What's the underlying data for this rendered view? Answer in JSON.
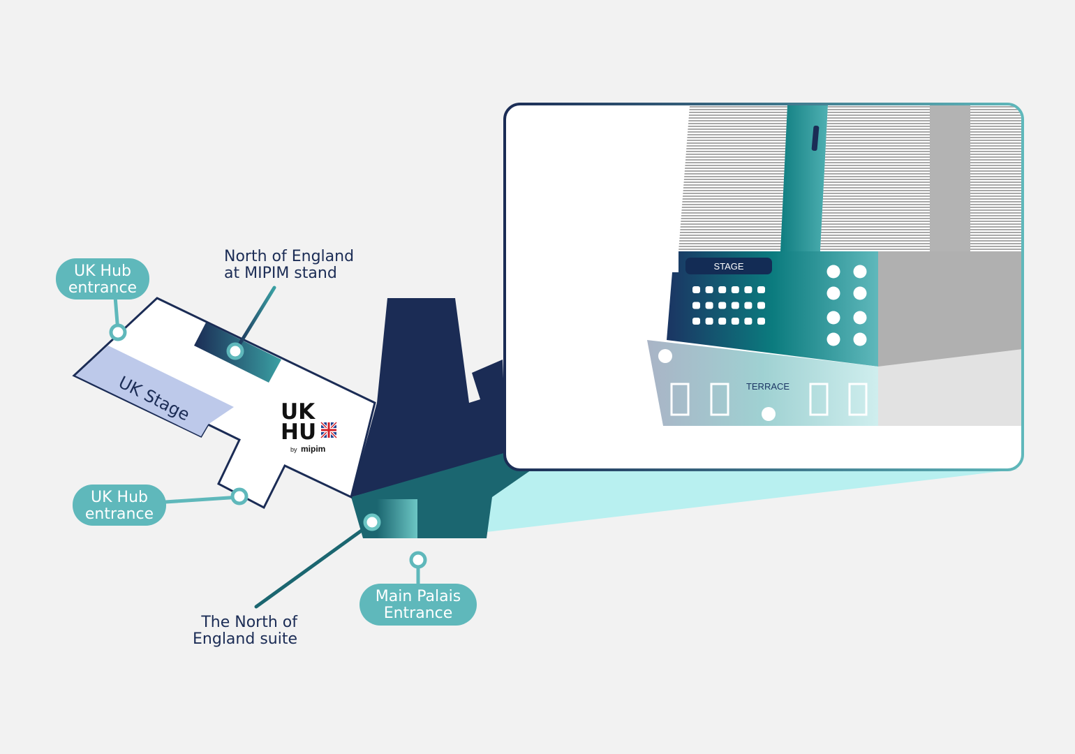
{
  "labels": {
    "uk_hub_entrance_top": [
      "UK Hub",
      "entrance"
    ],
    "uk_hub_entrance_bottom": [
      "UK Hub",
      "entrance"
    ],
    "north_stand": [
      "North of England",
      "at MIPIM stand"
    ],
    "uk_stage": "UK Stage",
    "north_suite": [
      "The North of",
      "England suite"
    ],
    "main_palais": [
      "Main Palais",
      "Entrance"
    ]
  },
  "logo": {
    "line1": "UK",
    "line2": "HU",
    "by": "by",
    "brand": "mipim"
  },
  "inset": {
    "stage": "STAGE",
    "terrace": "TERRACE"
  },
  "colors": {
    "navy": "#1b2c55",
    "teal": "#1b6670",
    "pill": "#5fb8bb",
    "beam": "#b8f0f0",
    "stage_area": "#bdc9ea"
  }
}
